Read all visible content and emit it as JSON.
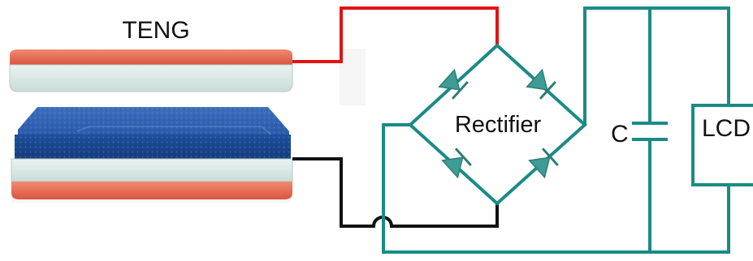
{
  "labels": {
    "teng": "TENG",
    "rectifier": "Rectifier",
    "capacitor": "C",
    "lcd": "LCD"
  },
  "colors": {
    "circuit": "#1b8b86",
    "diode": "#3f9c95",
    "top_wire": "#e01414",
    "bottom_wire": "#111111",
    "electrode_top": "#e87058",
    "dielectric": "#dce9e6",
    "blue_layer": "#1f4f9e"
  }
}
